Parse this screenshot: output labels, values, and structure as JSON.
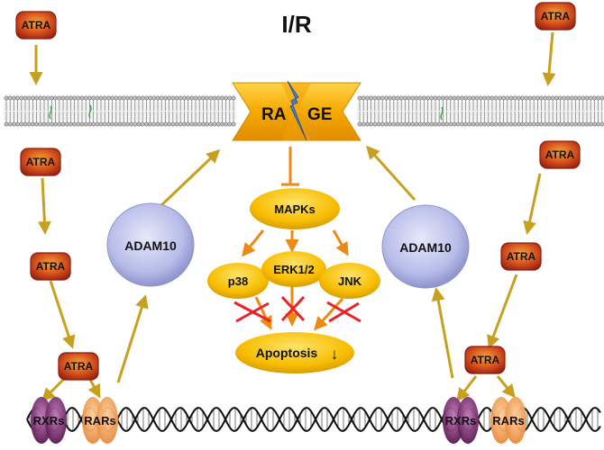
{
  "title": "I/R",
  "receptor": {
    "left_text": "RA",
    "right_text": "GE"
  },
  "atra_label": "ATRA",
  "adam_label": "ADAM10",
  "mapk": {
    "label": "MAPKs",
    "p38": "p38",
    "erk": "ERK1/2",
    "jnk": "JNK"
  },
  "apoptosis": {
    "label": "Apoptosis",
    "arrow": "↓"
  },
  "nuclear": {
    "rxr": "RXRs",
    "rar": "RARs"
  },
  "colors": {
    "atra_fill": "#c0391e",
    "atra_stroke": "#8b1a0c",
    "arrow": "#c8a020",
    "adam_fill": "#b6bce8",
    "mapk_fill": "#f5b800",
    "inhibit_cross": "#e8242a",
    "rxr": "#7a2a6e",
    "rar": "#f4a050"
  }
}
